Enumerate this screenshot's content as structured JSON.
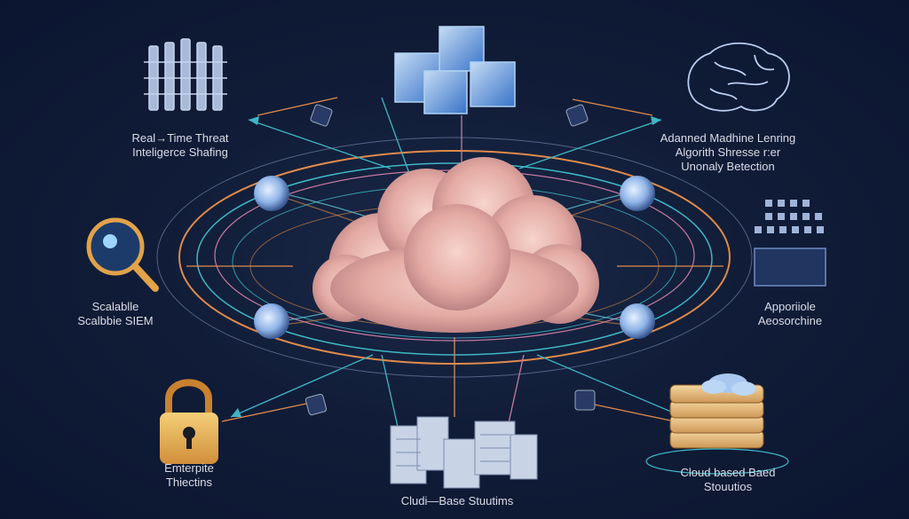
{
  "labels": {
    "realtime": [
      "Real→Time Threat",
      "Inteligerce Shafing"
    ],
    "ml": [
      "Adanned Madhine Lenring",
      "Algorith Shresse r:er",
      "Unonaly Betection"
    ],
    "siem": [
      "Scalablle",
      "Scalbbie SIEM"
    ],
    "appo": [
      "Apporiiole",
      "Aeosorchine"
    ],
    "enterprise": [
      "Emterpite",
      "Thiectins"
    ],
    "cloudbased": [
      "Cloud based Baed",
      "Stouutios"
    ],
    "bottom": [
      "Cludi—Base Stuutims"
    ]
  },
  "icons": {
    "top_left": "server-rack-icon",
    "top_center": "blockchain-cubes-icon",
    "top_right": "brain-icon",
    "mid_left": "magnifier-icon",
    "mid_right": "binary-grid-icon",
    "bottom_left": "padlock-icon",
    "bottom_center": "datacenter-buildings-icon",
    "bottom_right": "cloud-storage-stack-icon",
    "center": "cloud-icon"
  },
  "colors": {
    "background": "#111d38",
    "cloud": "#e8b5ad",
    "ring_orange": "#e08a4a",
    "ring_teal": "#3fb6c4",
    "ring_pink": "#c77aa0",
    "label_text": "#d9dde6"
  }
}
